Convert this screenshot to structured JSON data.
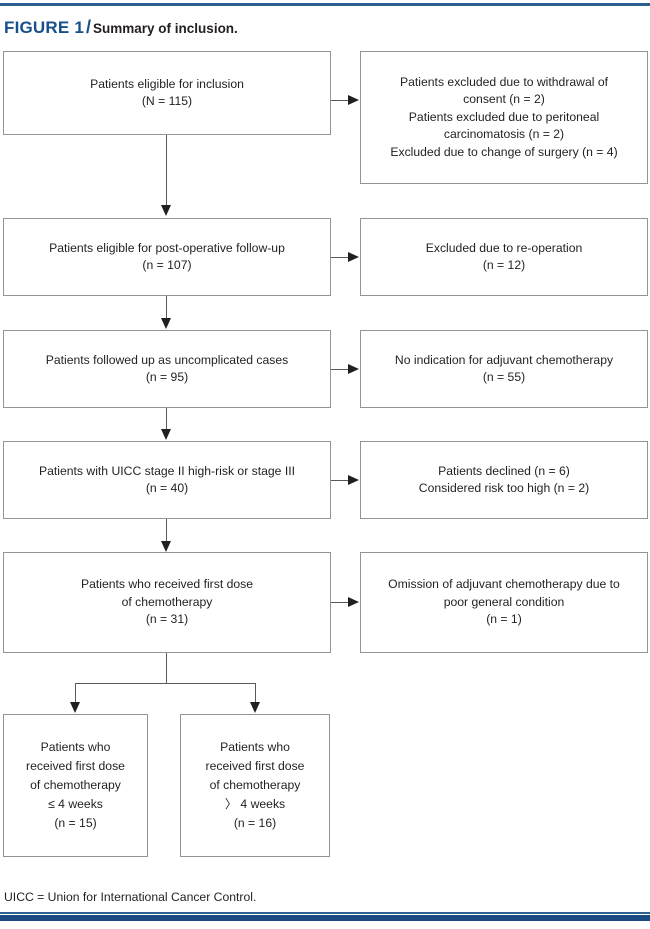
{
  "figure": {
    "label": "FIGURE 1",
    "separator": "/",
    "title": "Summary of inclusion."
  },
  "colors": {
    "rule_blue": "#2a5f8f",
    "rule_blue_dark": "#1b4a80",
    "label_blue": "#17508a",
    "box_border": "#929497",
    "text": "#231f20",
    "connector": "#58595b"
  },
  "flow": {
    "main_boxes": [
      {
        "id": "eligible-for-inclusion",
        "text": "Patients eligible for inclusion\n(N = 115)"
      },
      {
        "id": "eligible-post-operative-follow-up",
        "text": "Patients eligible for post-operative follow-up\n(n = 107)"
      },
      {
        "id": "followed-up-uncomplicated",
        "text": "Patients followed up as uncomplicated cases\n(n = 95)"
      },
      {
        "id": "uicc-stage-high-risk",
        "text": "Patients with UICC stage II high-risk or stage III\n(n = 40)"
      },
      {
        "id": "received-first-dose",
        "text": "Patients who received first dose\nof chemotherapy\n(n = 31)"
      }
    ],
    "side_boxes": [
      {
        "id": "excluded-withdrawal-consent",
        "text": "Patients excluded due to withdrawal of\nconsent  (n = 2)\nPatients excluded due to peritoneal\ncarcinomatosis (n = 2)\nExcluded due to change of surgery (n = 4)"
      },
      {
        "id": "excluded-re-operation",
        "text": "Excluded due to re-operation\n(n = 12)"
      },
      {
        "id": "no-indication-adjuvant-chemo",
        "text": "No indication for adjuvant chemotherapy\n(n = 55)"
      },
      {
        "id": "declined-risk-too-high",
        "text": "Patients declined (n = 6)\nConsidered risk too high (n = 2)"
      },
      {
        "id": "omission-poor-general-condition",
        "text": "Omission of adjuvant chemotherapy due to\npoor general condition\n(n = 1)"
      }
    ],
    "terminal_boxes": [
      {
        "id": "first-dose-within-4-weeks",
        "text": "Patients who\nreceived first dose\nof chemotherapy\n≤ 4 weeks\n(n = 15)"
      },
      {
        "id": "first-dose-after-4-weeks",
        "text": "Patients who\nreceived first dose\nof chemotherapy\n〉 4 weeks\n(n = 16)"
      }
    ]
  },
  "footnote": "UICC = Union for International Cancer Control."
}
